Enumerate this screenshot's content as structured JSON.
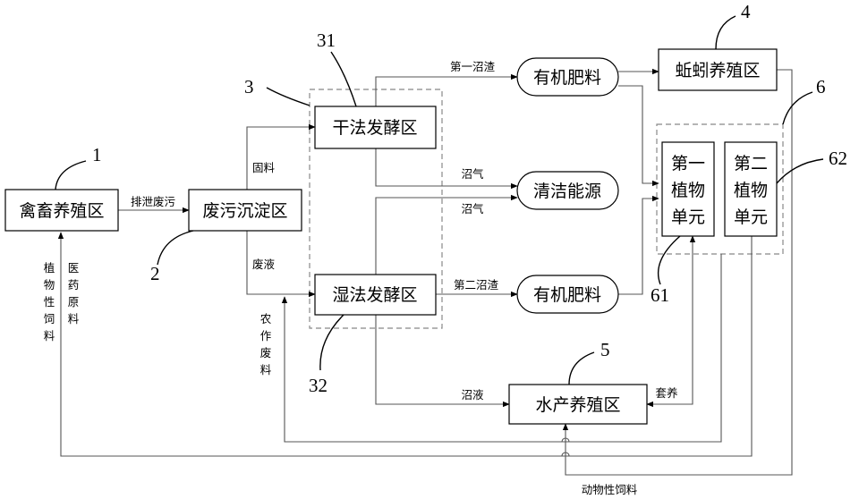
{
  "nodes": {
    "livestock": "禽畜养殖区",
    "sediment": "废污沉淀区",
    "dry": "干法发酵区",
    "wet": "湿法发酵区",
    "fert1": "有机肥料",
    "fert2": "有机肥料",
    "energy": "清洁能源",
    "earthworm": "蚯蚓养殖区",
    "aqua": "水产养殖区",
    "plant1": [
      "第一",
      "植物",
      "单元"
    ],
    "plant2": [
      "第二",
      "植物",
      "单元"
    ]
  },
  "labels": {
    "excrement": "排泄废污",
    "solid": "固料",
    "liquid": "废液",
    "residue1": "第一沼渣",
    "biogas1": "沼气",
    "biogas2": "沼气",
    "residue2": "第二沼渣",
    "slurry": "沼液",
    "symbiosis": "套养",
    "crop_waste": [
      "农",
      "作",
      "废",
      "料"
    ],
    "plant_feed": [
      "植",
      "物",
      "性",
      "饲",
      "料"
    ],
    "medicine": [
      "医",
      "药",
      "原",
      "料"
    ],
    "animal_feed": "动物性饲料"
  },
  "refs": {
    "r1": "1",
    "r2": "2",
    "r3": "3",
    "r31": "31",
    "r32": "32",
    "r4": "4",
    "r5": "5",
    "r6": "6",
    "r61": "61",
    "r62": "62"
  }
}
